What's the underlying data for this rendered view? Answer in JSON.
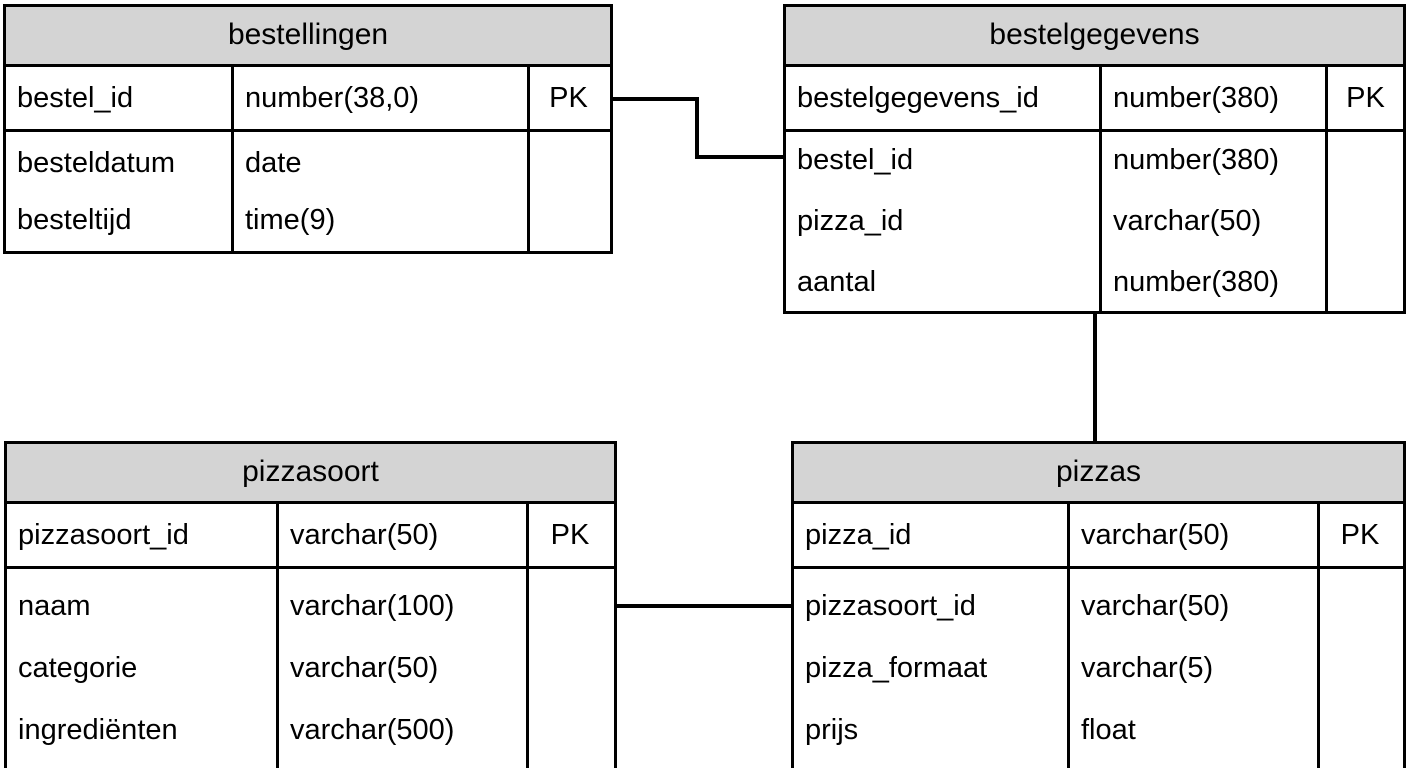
{
  "diagram": {
    "kind": "entity-relationship-diagram",
    "key_label": "PK",
    "colors": {
      "header_fill": "#d4d4d4",
      "body_fill": "#ffffff",
      "line": "#000000"
    }
  },
  "entities": [
    {
      "id": "bestellingen",
      "title": "bestellingen",
      "primary_key": {
        "name": "bestel_id",
        "type": "number(38,0)",
        "key": "PK"
      },
      "attributes": [
        {
          "name": "besteldatum",
          "type": "date",
          "key": ""
        },
        {
          "name": "besteltijd",
          "type": "time(9)",
          "key": ""
        }
      ]
    },
    {
      "id": "bestelgegevens",
      "title": "bestelgegevens",
      "primary_key": {
        "name": "bestelgegevens_id",
        "type": "number(380)",
        "key": "PK"
      },
      "attributes": [
        {
          "name": "bestel_id",
          "type": "number(380)",
          "key": ""
        },
        {
          "name": "pizza_id",
          "type": "varchar(50)",
          "key": ""
        },
        {
          "name": "aantal",
          "type": "number(380)",
          "key": ""
        }
      ]
    },
    {
      "id": "pizzasoort",
      "title": "pizzasoort",
      "primary_key": {
        "name": "pizzasoort_id",
        "type": "varchar(50)",
        "key": "PK"
      },
      "attributes": [
        {
          "name": "naam",
          "type": "varchar(100)",
          "key": ""
        },
        {
          "name": "categorie",
          "type": "varchar(50)",
          "key": ""
        },
        {
          "name": "ingrediënten",
          "type": "varchar(500)",
          "key": ""
        }
      ]
    },
    {
      "id": "pizzas",
      "title": "pizzas",
      "primary_key": {
        "name": "pizza_id",
        "type": "varchar(50)",
        "key": "PK"
      },
      "attributes": [
        {
          "name": "pizzasoort_id",
          "type": "varchar(50)",
          "key": ""
        },
        {
          "name": "pizza_formaat",
          "type": "varchar(5)",
          "key": ""
        },
        {
          "name": "prijs",
          "type": "float",
          "key": ""
        }
      ]
    }
  ],
  "relationships": [
    {
      "id": "bestellingen-bestelgegevens",
      "from": "bestellingen.bestel_id",
      "to": "bestelgegevens.bestel_id"
    },
    {
      "id": "bestelgegevens-pizzas",
      "from": "bestelgegevens.pizza_id",
      "to": "pizzas.pizza_id"
    },
    {
      "id": "pizzasoort-pizzas",
      "from": "pizzasoort.pizzasoort_id",
      "to": "pizzas.pizzasoort_id"
    }
  ]
}
